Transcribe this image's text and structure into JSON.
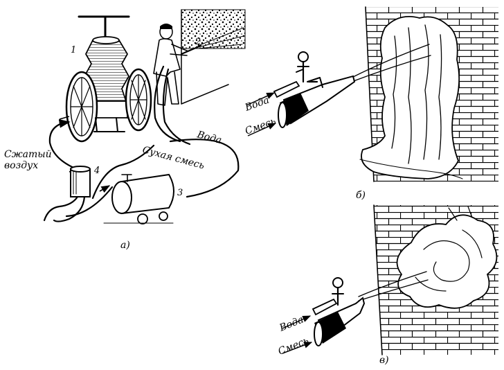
{
  "figure": {
    "panel_a": {
      "caption": "а)",
      "numbers": {
        "n1": "1",
        "n2": "2",
        "n3": "3",
        "n4": "4"
      },
      "labels": {
        "compressed_air_line1": "Сжатый",
        "compressed_air_line2": "воздух",
        "dry_mix": "Сухая смесь",
        "water": "Вода"
      }
    },
    "panel_b": {
      "caption": "б)",
      "water": "Вода",
      "mix": "Смесь"
    },
    "panel_v": {
      "caption": "в)",
      "water": "Вода",
      "mix": "Смесь"
    }
  }
}
